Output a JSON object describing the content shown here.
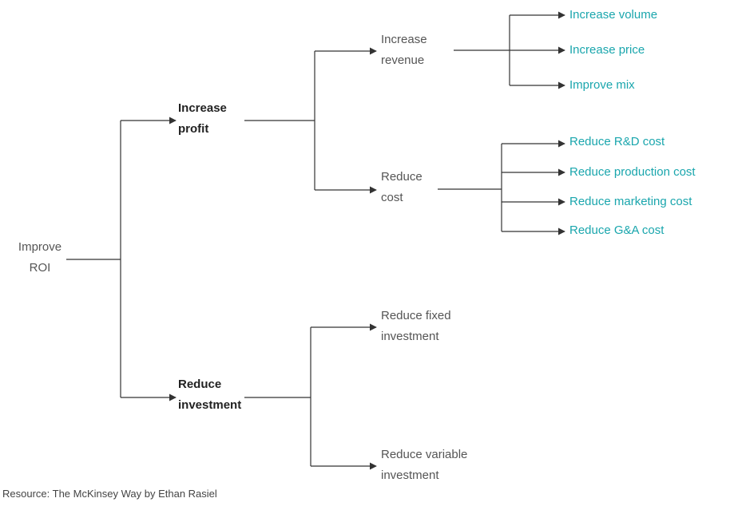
{
  "tree": {
    "root": [
      "Improve",
      "ROI"
    ],
    "increase_profit": [
      "Increase",
      "profit"
    ],
    "reduce_investment": [
      "Reduce",
      "investment"
    ],
    "increase_revenue": [
      "Increase",
      "revenue"
    ],
    "reduce_cost": [
      "Reduce",
      "cost"
    ],
    "reduce_fixed_investment": [
      "Reduce fixed",
      "investment"
    ],
    "reduce_variable_investment": [
      "Reduce variable",
      "investment"
    ],
    "revenue_leaves": [
      "Increase volume",
      "Increase price",
      "Improve mix"
    ],
    "cost_leaves": [
      "Reduce R&D cost",
      "Reduce production cost",
      "Reduce marketing cost",
      "Reduce G&A cost"
    ]
  },
  "source_note": "Resource: The McKinsey Way by Ethan Rasiel",
  "colors": {
    "line": "#333333",
    "leaf_text": "#1aa6ad",
    "node_text": "#555555",
    "bold_text": "#222222"
  }
}
